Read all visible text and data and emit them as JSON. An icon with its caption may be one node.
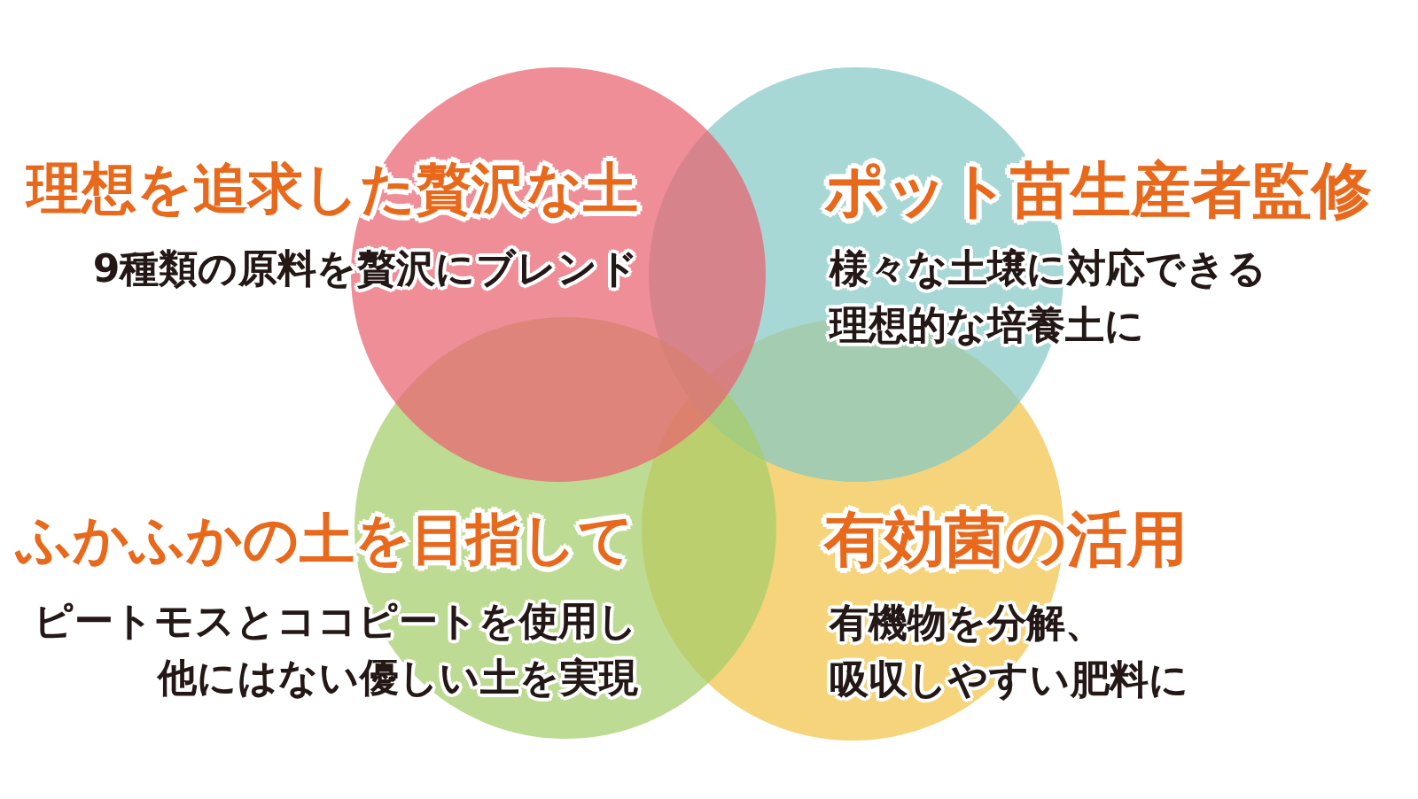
{
  "diagram": {
    "nodes": [
      {
        "text": [
          "理想を追求した贅沢な土",
          "9種類の原料を贅沢にブレンド"
        ]
      },
      {
        "text": [
          "ポット苗生産者監修",
          "様々な土壌に対応できる理想的な培養土に"
        ]
      },
      {
        "text": [
          "ふかふかの土を目指して",
          "ピートモスとココピートを使用し他にはない優しい土を実現"
        ]
      },
      {
        "text": [
          "有効菌の活用",
          "有機物を分解、吸収しやすい肥料に"
        ]
      }
    ]
  }
}
